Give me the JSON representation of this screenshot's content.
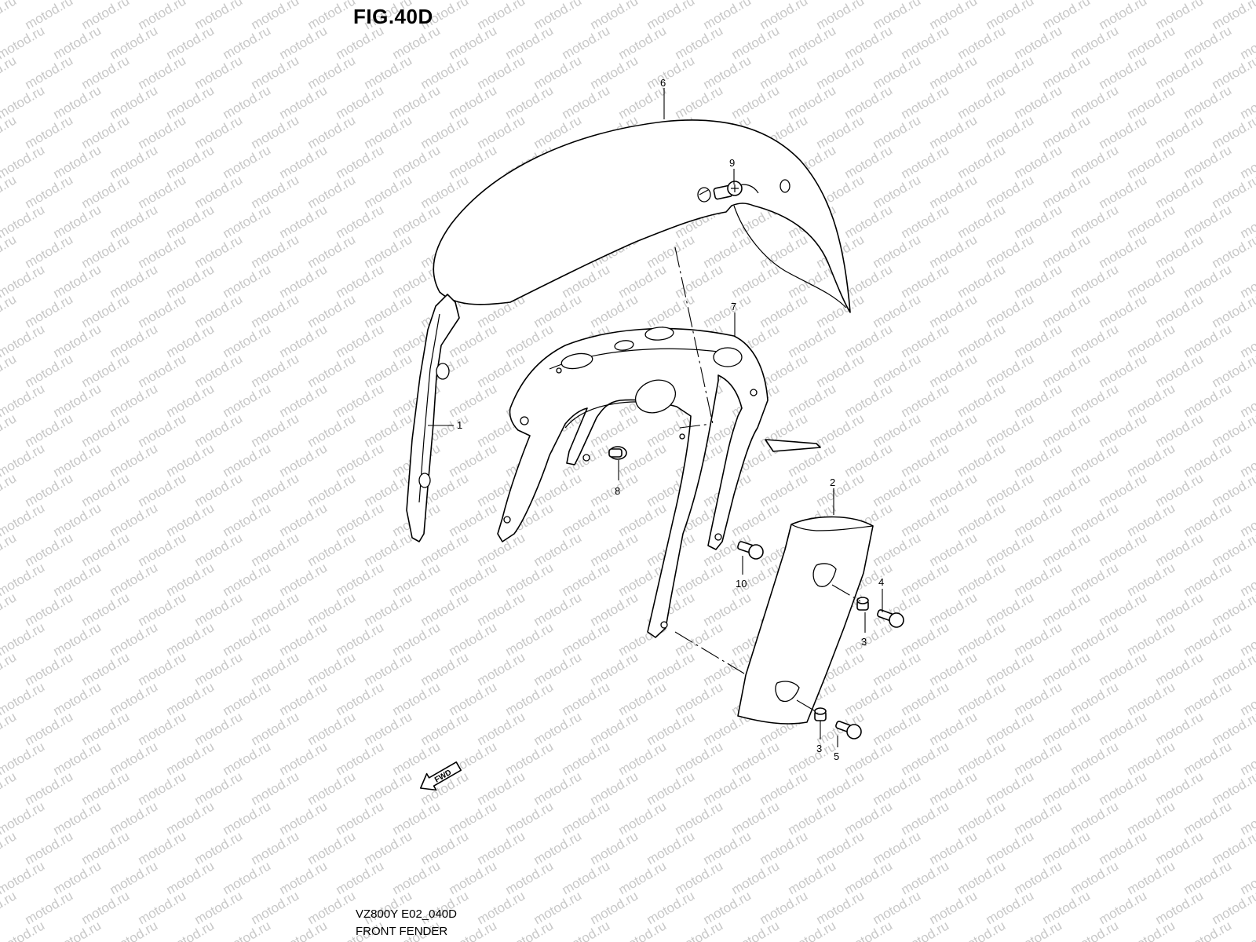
{
  "figure": {
    "title": "FIG.40D",
    "model_code": "VZ800Y E02_040D",
    "section_name": "FRONT FENDER",
    "watermark_text": "motod.ru",
    "direction_marker": "FWD"
  },
  "callouts": [
    {
      "id": "1",
      "label": "1"
    },
    {
      "id": "2",
      "label": "2"
    },
    {
      "id": "3a",
      "label": "3"
    },
    {
      "id": "3b",
      "label": "3"
    },
    {
      "id": "4",
      "label": "4"
    },
    {
      "id": "5",
      "label": "5"
    },
    {
      "id": "6",
      "label": "6"
    },
    {
      "id": "7",
      "label": "7"
    },
    {
      "id": "8",
      "label": "8"
    },
    {
      "id": "9",
      "label": "9"
    },
    {
      "id": "10",
      "label": "10"
    }
  ],
  "colors": {
    "line": "#000000",
    "background": "#ffffff",
    "watermark": "#c8c8c8"
  }
}
